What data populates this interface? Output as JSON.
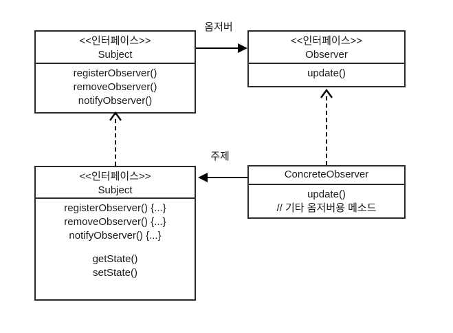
{
  "diagram": {
    "title": "Observer Pattern Class Diagram",
    "stroke_color": "#2b2b2b",
    "line_color": "#000000",
    "background": "#ffffff",
    "boxes": [
      {
        "id": "subject-interface",
        "stereotype": "<<인터페이스>>",
        "name": "Subject",
        "members": [
          "registerObserver()",
          "removeObserver()",
          "notifyObserver()"
        ]
      },
      {
        "id": "observer-interface",
        "stereotype": "<<인터페이스>>",
        "name": "Observer",
        "members": [
          "update()"
        ]
      },
      {
        "id": "concrete-subject",
        "stereotype": "<<인터페이스>>",
        "name": "Subject",
        "members": [
          "registerObserver() {...}",
          "removeObserver() {...}",
          "notifyObserver() {...}",
          "",
          "getState()",
          "setState()"
        ]
      },
      {
        "id": "concrete-observer",
        "stereotype": "",
        "name": "ConcreteObserver",
        "members": [
          "update()",
          "// 기타 옴저버용 메소드"
        ]
      }
    ],
    "edges": [
      {
        "id": "subject-to-observer",
        "label": "옴저버",
        "style": "solid",
        "direction": "right"
      },
      {
        "id": "concrete-observer-to-subject",
        "label": "주제",
        "style": "solid",
        "direction": "left"
      },
      {
        "id": "concrete-subject-realizes-subject",
        "label": "",
        "style": "dashed",
        "direction": "up"
      },
      {
        "id": "concrete-observer-realizes-observer",
        "label": "",
        "style": "dashed",
        "direction": "up"
      }
    ]
  }
}
